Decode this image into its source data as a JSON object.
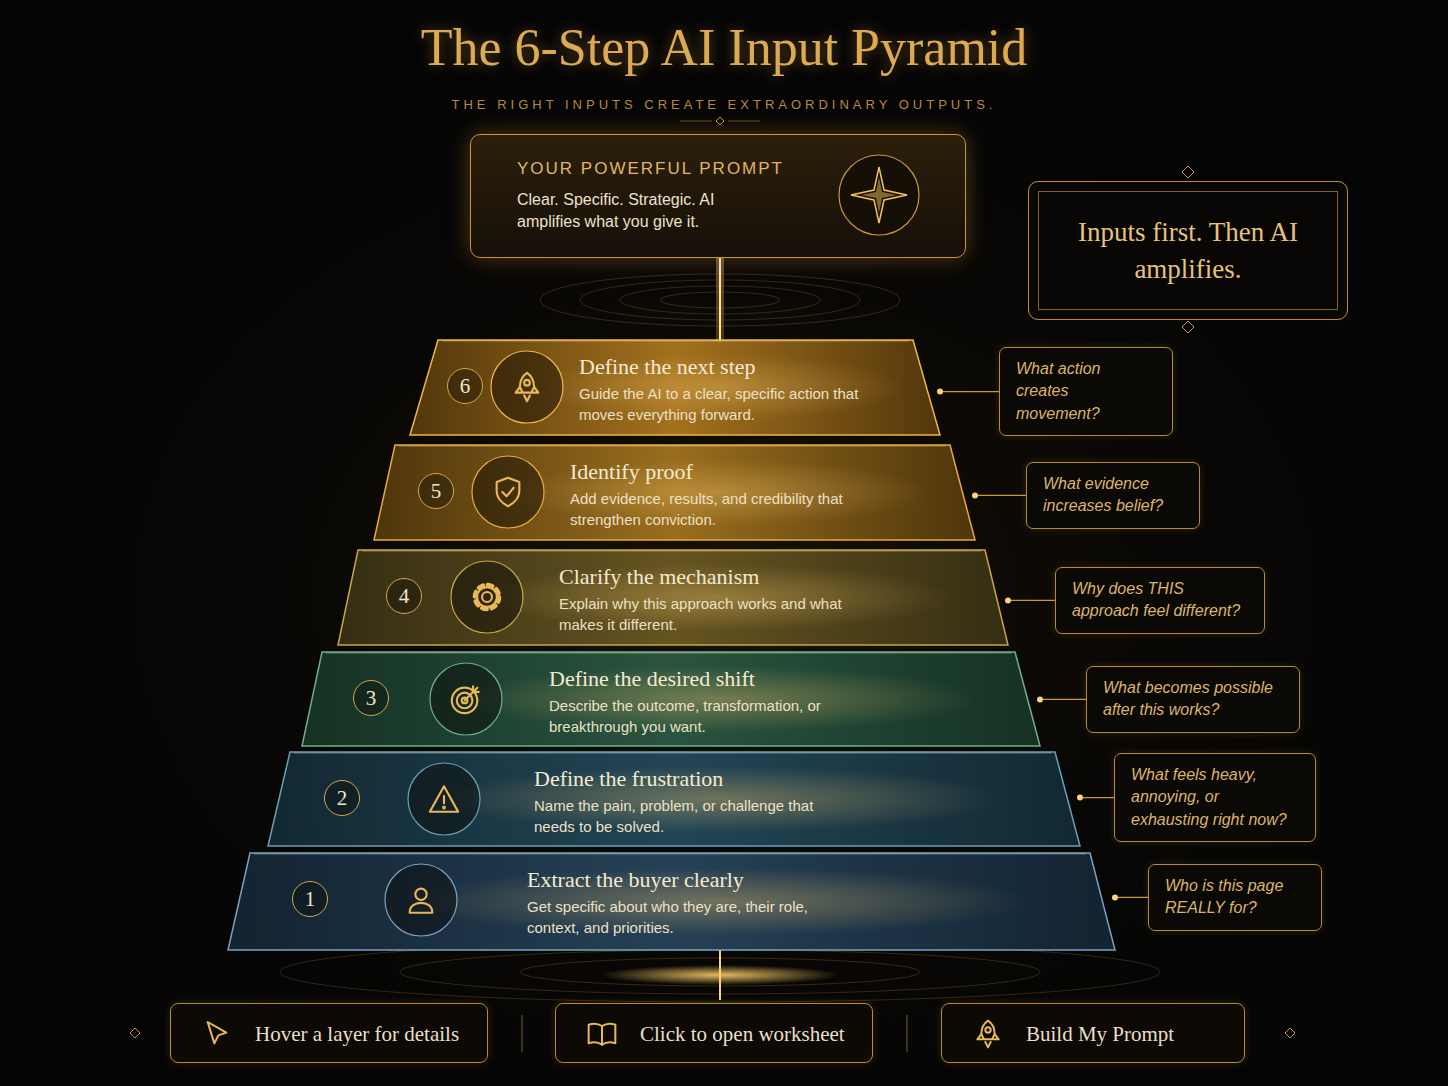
{
  "diagram": {
    "title": "The 6-Step AI Input Pyramid",
    "nodes": [
      {
        "text": [
          "YOUR POWERFUL PROMPT",
          "Clear. Specific. Strategic. AI amplifies what you give it."
        ]
      },
      {
        "text": [
          "Inputs first. Then AI amplifies."
        ]
      },
      {
        "text": [
          "Define the next step",
          "Guide the AI to a clear, specific action that moves everything forward."
        ]
      },
      {
        "text": [
          "6"
        ],
        "in": 2
      },
      {
        "text": [
          "What action creates movement?"
        ]
      },
      {
        "text": [
          "Identify proof",
          "Add evidence, results, and credibility that strengthen conviction."
        ]
      },
      {
        "text": [
          "5"
        ],
        "in": 5
      },
      {
        "text": [
          "What evidence increases belief?"
        ]
      },
      {
        "text": [
          "Clarify the mechanism",
          "Explain why this approach works and what makes it different."
        ]
      },
      {
        "text": [
          "4"
        ],
        "in": 8
      },
      {
        "text": [
          "Why does THIS approach feel different?"
        ]
      },
      {
        "text": [
          "Define the desired shift",
          "Describe the outcome, transformation, or breakthrough you want."
        ]
      },
      {
        "text": [
          "3"
        ],
        "in": 11
      },
      {
        "text": [
          "What becomes possible after this works?"
        ]
      },
      {
        "text": [
          "Define the frustration",
          "Name the pain, problem, or challenge that needs to be solved."
        ]
      },
      {
        "text": [
          "2"
        ],
        "in": 14
      },
      {
        "text": [
          "What feels heavy, annoying, or exhausting right now?"
        ]
      },
      {
        "text": [
          "Extract the buyer clearly",
          "Get specific about who they are, their role, context, and priorities."
        ]
      },
      {
        "text": [
          "1"
        ],
        "in": 17
      },
      {
        "text": [
          "Who is this page REALLY for?"
        ]
      },
      {
        "text": [
          "Hover a layer for details"
        ]
      },
      {
        "text": [
          "Click to open worksheet"
        ]
      },
      {
        "text": [
          "Build My Prompt"
        ]
      }
    ],
    "edges": [
      {
        "from": 2,
        "to": 4,
        "arrow": "none"
      },
      {
        "from": 5,
        "to": 7,
        "arrow": "none"
      },
      {
        "from": 8,
        "to": 10,
        "arrow": "none"
      },
      {
        "from": 11,
        "to": 13,
        "arrow": "none"
      },
      {
        "from": 14,
        "to": 16,
        "arrow": "none"
      },
      {
        "from": 17,
        "to": 19,
        "arrow": "none"
      }
    ],
    "labels": [
      "THE RIGHT INPUTS CREATE EXTRAORDINARY OUTPUTS."
    ]
  }
}
